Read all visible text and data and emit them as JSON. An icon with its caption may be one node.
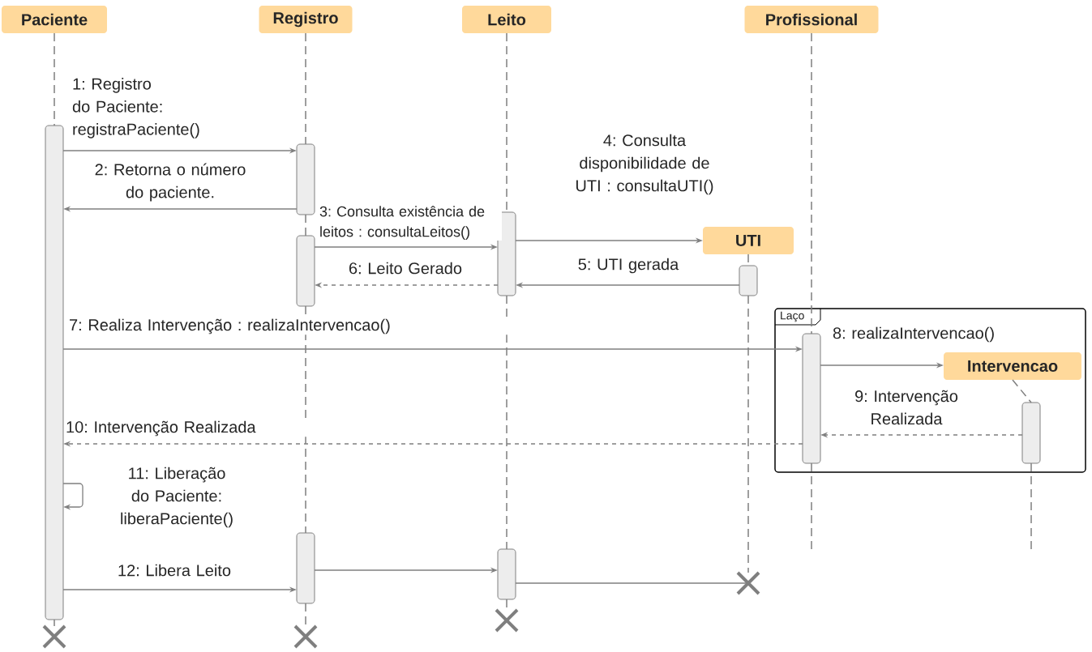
{
  "diagram": {
    "nodes": [
      {
        "text": [
          "Paciente"
        ]
      },
      {
        "text": [
          "Registro"
        ]
      },
      {
        "text": [
          "Leito"
        ]
      },
      {
        "text": [
          "Profissional"
        ]
      },
      {
        "text": [
          "UTI"
        ]
      },
      {
        "text": [
          "Laço"
        ]
      },
      {
        "text": [
          "Intervencao"
        ],
        "in": 5
      },
      {
        "text": [],
        "shape": "bar"
      },
      {
        "text": [],
        "shape": "bar"
      },
      {
        "text": [],
        "shape": "bar"
      },
      {
        "text": [],
        "shape": "bar"
      },
      {
        "text": [],
        "shape": "bar"
      },
      {
        "text": [],
        "shape": "bar",
        "in": 5
      },
      {
        "text": [],
        "shape": "bar",
        "in": 5
      },
      {
        "text": [],
        "shape": "bar"
      },
      {
        "text": [],
        "shape": "bar"
      },
      {
        "text": [],
        "shape": "cross"
      },
      {
        "text": [],
        "shape": "cross"
      },
      {
        "text": [],
        "shape": "cross"
      },
      {
        "text": [],
        "shape": "cross"
      }
    ],
    "edges": [
      {
        "from": 7,
        "to": 8,
        "arrow": "to",
        "label": "1: Registro do Paciente: registraPaciente()"
      },
      {
        "from": 8,
        "to": 7,
        "arrow": "to",
        "label": "2: Retorna o número do paciente."
      },
      {
        "from": 9,
        "to": 10,
        "arrow": "to",
        "label": "3: Consulta existência de leitos : consultaLeitos()"
      },
      {
        "from": 10,
        "to": 4,
        "arrow": "to",
        "label": "4: Consulta disponibilidade de UTI : consultaUTI()"
      },
      {
        "from": 11,
        "to": 10,
        "arrow": "to",
        "label": "5: UTI gerada"
      },
      {
        "from": 10,
        "to": 9,
        "arrow": "to",
        "label": "6: Leito Gerado",
        "style": "dashed"
      },
      {
        "from": 7,
        "to": 12,
        "arrow": "to",
        "label": "7: Realiza Intervenção : realizaIntervencao()"
      },
      {
        "from": 12,
        "to": 6,
        "arrow": "to",
        "label": "8: realizaIntervencao()"
      },
      {
        "from": 13,
        "to": 12,
        "arrow": "to",
        "label": "9: Intervenção Realizada",
        "style": "dashed"
      },
      {
        "from": 12,
        "to": 7,
        "arrow": "to",
        "label": "10: Intervenção Realizada",
        "style": "dashed"
      },
      {
        "from": 7,
        "to": 7,
        "arrow": "to",
        "label": "11: Liberação do Paciente: liberaPaciente()"
      },
      {
        "from": 7,
        "to": 14,
        "arrow": "to",
        "label": "12: Libera Leito"
      },
      {
        "from": 14,
        "to": 15,
        "arrow": "to"
      },
      {
        "from": 15,
        "to": 16,
        "arrow": "none"
      },
      {
        "from": 0,
        "to": 7,
        "arrow": "none",
        "style": "dashed"
      },
      {
        "from": 7,
        "to": 17,
        "arrow": "none",
        "style": "dashed"
      },
      {
        "from": 1,
        "to": 8,
        "arrow": "none",
        "style": "dashed"
      },
      {
        "from": 8,
        "to": 9,
        "arrow": "none",
        "style": "dashed"
      },
      {
        "from": 9,
        "to": 14,
        "arrow": "none",
        "style": "dashed"
      },
      {
        "from": 14,
        "to": 18,
        "arrow": "none",
        "style": "dashed"
      },
      {
        "from": 2,
        "to": 10,
        "arrow": "none",
        "style": "dashed"
      },
      {
        "from": 10,
        "to": 15,
        "arrow": "none",
        "style": "dashed"
      },
      {
        "from": 15,
        "to": 19,
        "arrow": "none",
        "style": "dashed"
      },
      {
        "from": 3,
        "to": 12,
        "arrow": "none",
        "style": "dashed"
      },
      {
        "from": 12,
        "to": null,
        "arrow": "none",
        "style": "dashed"
      },
      {
        "from": 4,
        "to": 11,
        "arrow": "none",
        "style": "dashed"
      },
      {
        "from": 11,
        "to": 16,
        "arrow": "none",
        "style": "dashed"
      },
      {
        "from": 6,
        "to": 13,
        "arrow": "none",
        "style": "dashed"
      },
      {
        "from": 13,
        "to": null,
        "arrow": "none",
        "style": "dashed"
      }
    ]
  }
}
